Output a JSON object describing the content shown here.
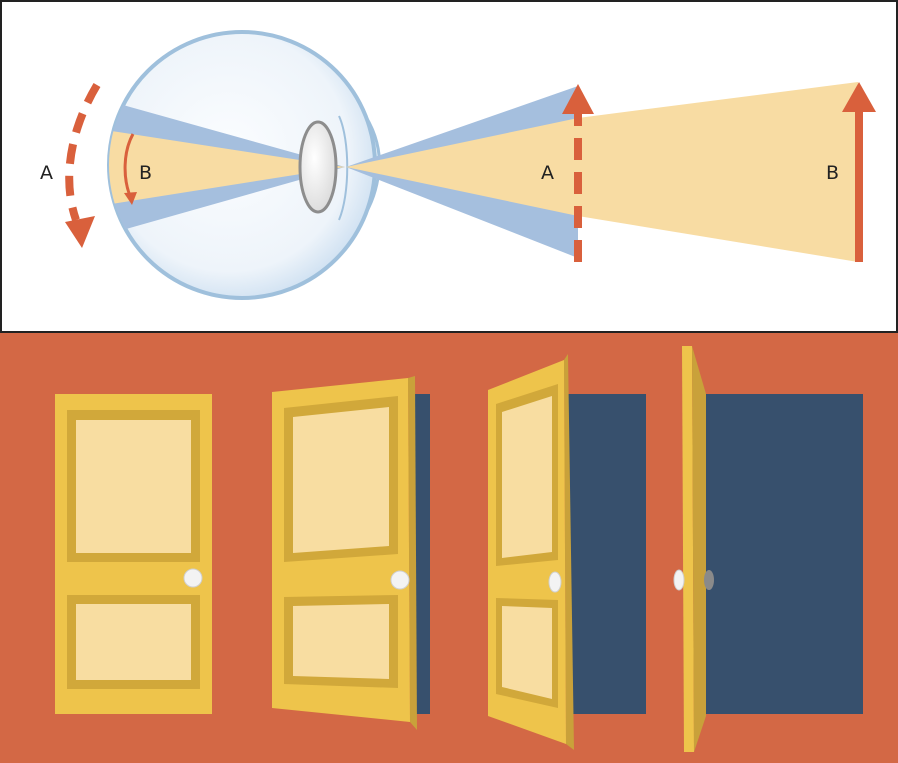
{
  "eye_diagram": {
    "labels": {
      "left_arrow": "A",
      "retina_arrow": "B",
      "near_object": "A",
      "far_object": "B"
    }
  },
  "doors_panel": {
    "doors": [
      {
        "name": "closed"
      },
      {
        "name": "slightly-open"
      },
      {
        "name": "half-open"
      },
      {
        "name": "edge-on"
      }
    ]
  },
  "colors": {
    "accent_red": "#d9603c",
    "wall": "#d36845",
    "door_yellow": "#eec44b",
    "door_panel": "#f8dda1",
    "doorway_navy": "#37506d",
    "ray_blue": "#a5bfde",
    "ray_yellow": "#f8dca3"
  }
}
